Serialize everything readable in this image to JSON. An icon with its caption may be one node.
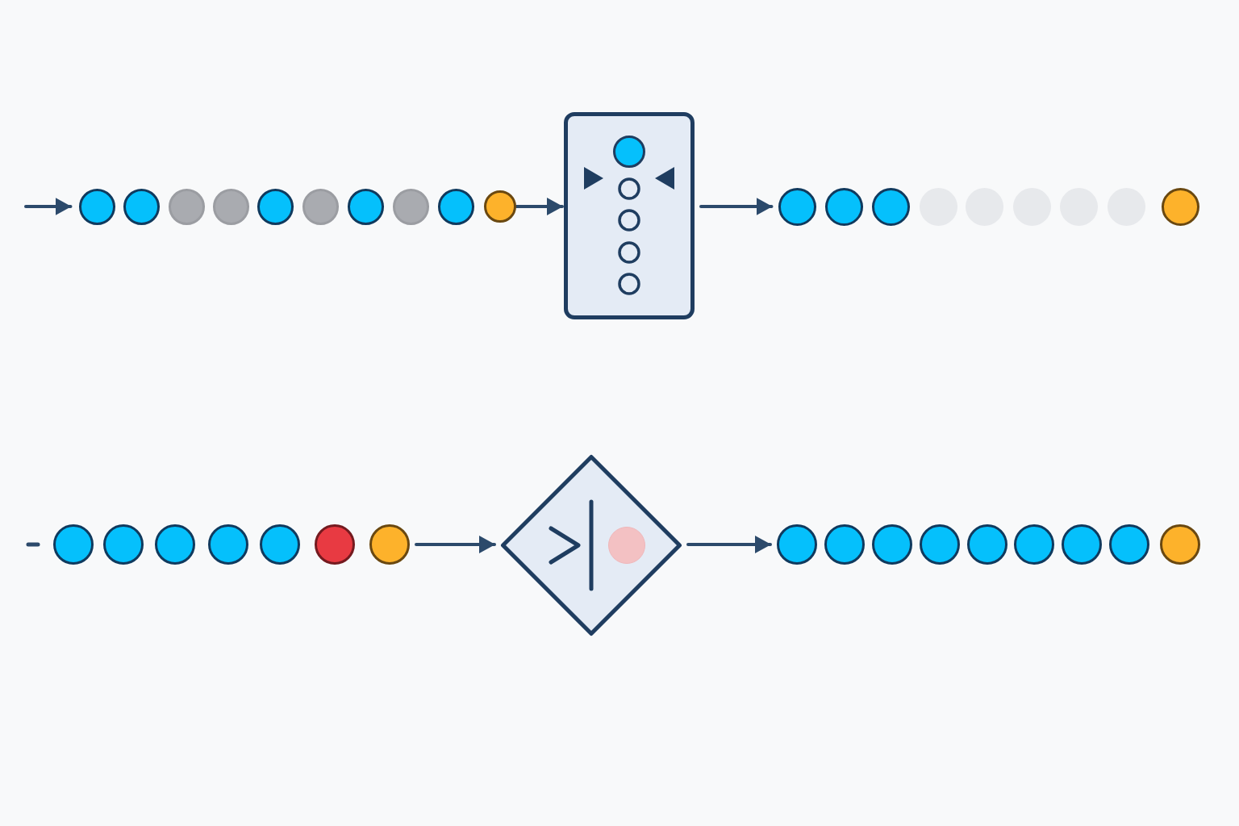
{
  "diagram": {
    "nodes": [
      {
        "text": [],
        "shape": "circle"
      },
      {
        "text": [],
        "shape": "circle"
      },
      {
        "text": [],
        "shape": "circle"
      },
      {
        "text": [],
        "shape": "circle"
      },
      {
        "text": [],
        "shape": "circle"
      },
      {
        "text": [],
        "shape": "circle"
      },
      {
        "text": [],
        "shape": "circle"
      },
      {
        "text": [],
        "shape": "circle"
      },
      {
        "text": [],
        "shape": "circle"
      },
      {
        "text": [],
        "shape": "circle"
      },
      {
        "text": [],
        "shape": "box"
      },
      {
        "text": [],
        "shape": "circle"
      },
      {
        "text": [],
        "shape": "circle"
      },
      {
        "text": [],
        "shape": "circle"
      },
      {
        "text": [],
        "shape": "circle"
      },
      {
        "text": [],
        "shape": "circle"
      },
      {
        "text": [],
        "shape": "circle"
      },
      {
        "text": [],
        "shape": "circle"
      },
      {
        "text": [],
        "shape": "circle"
      },
      {
        "text": [],
        "shape": "circle"
      },
      {
        "text": [],
        "shape": "circle"
      },
      {
        "text": [],
        "shape": "circle"
      },
      {
        "text": [],
        "shape": "circle"
      },
      {
        "text": [],
        "shape": "circle"
      },
      {
        "text": [],
        "shape": "circle"
      },
      {
        "text": [],
        "shape": "circle"
      },
      {
        "text": [],
        "shape": "circle"
      },
      {
        "text": [],
        "shape": "diamond"
      },
      {
        "text": [],
        "shape": "circle"
      },
      {
        "text": [],
        "shape": "circle"
      },
      {
        "text": [],
        "shape": "circle"
      },
      {
        "text": [],
        "shape": "circle"
      },
      {
        "text": [],
        "shape": "circle"
      },
      {
        "text": [],
        "shape": "circle"
      },
      {
        "text": [],
        "shape": "circle"
      },
      {
        "text": [],
        "shape": "circle"
      },
      {
        "text": [],
        "shape": "circle"
      }
    ],
    "edges": [
      {
        "from": null,
        "to": 0,
        "arrow": "to"
      },
      {
        "from": 9,
        "to": 10,
        "arrow": "to"
      },
      {
        "from": 10,
        "to": 11,
        "arrow": "to"
      },
      {
        "from": 26,
        "to": 27,
        "arrow": "to"
      },
      {
        "from": 27,
        "to": 28,
        "arrow": "to"
      }
    ]
  }
}
